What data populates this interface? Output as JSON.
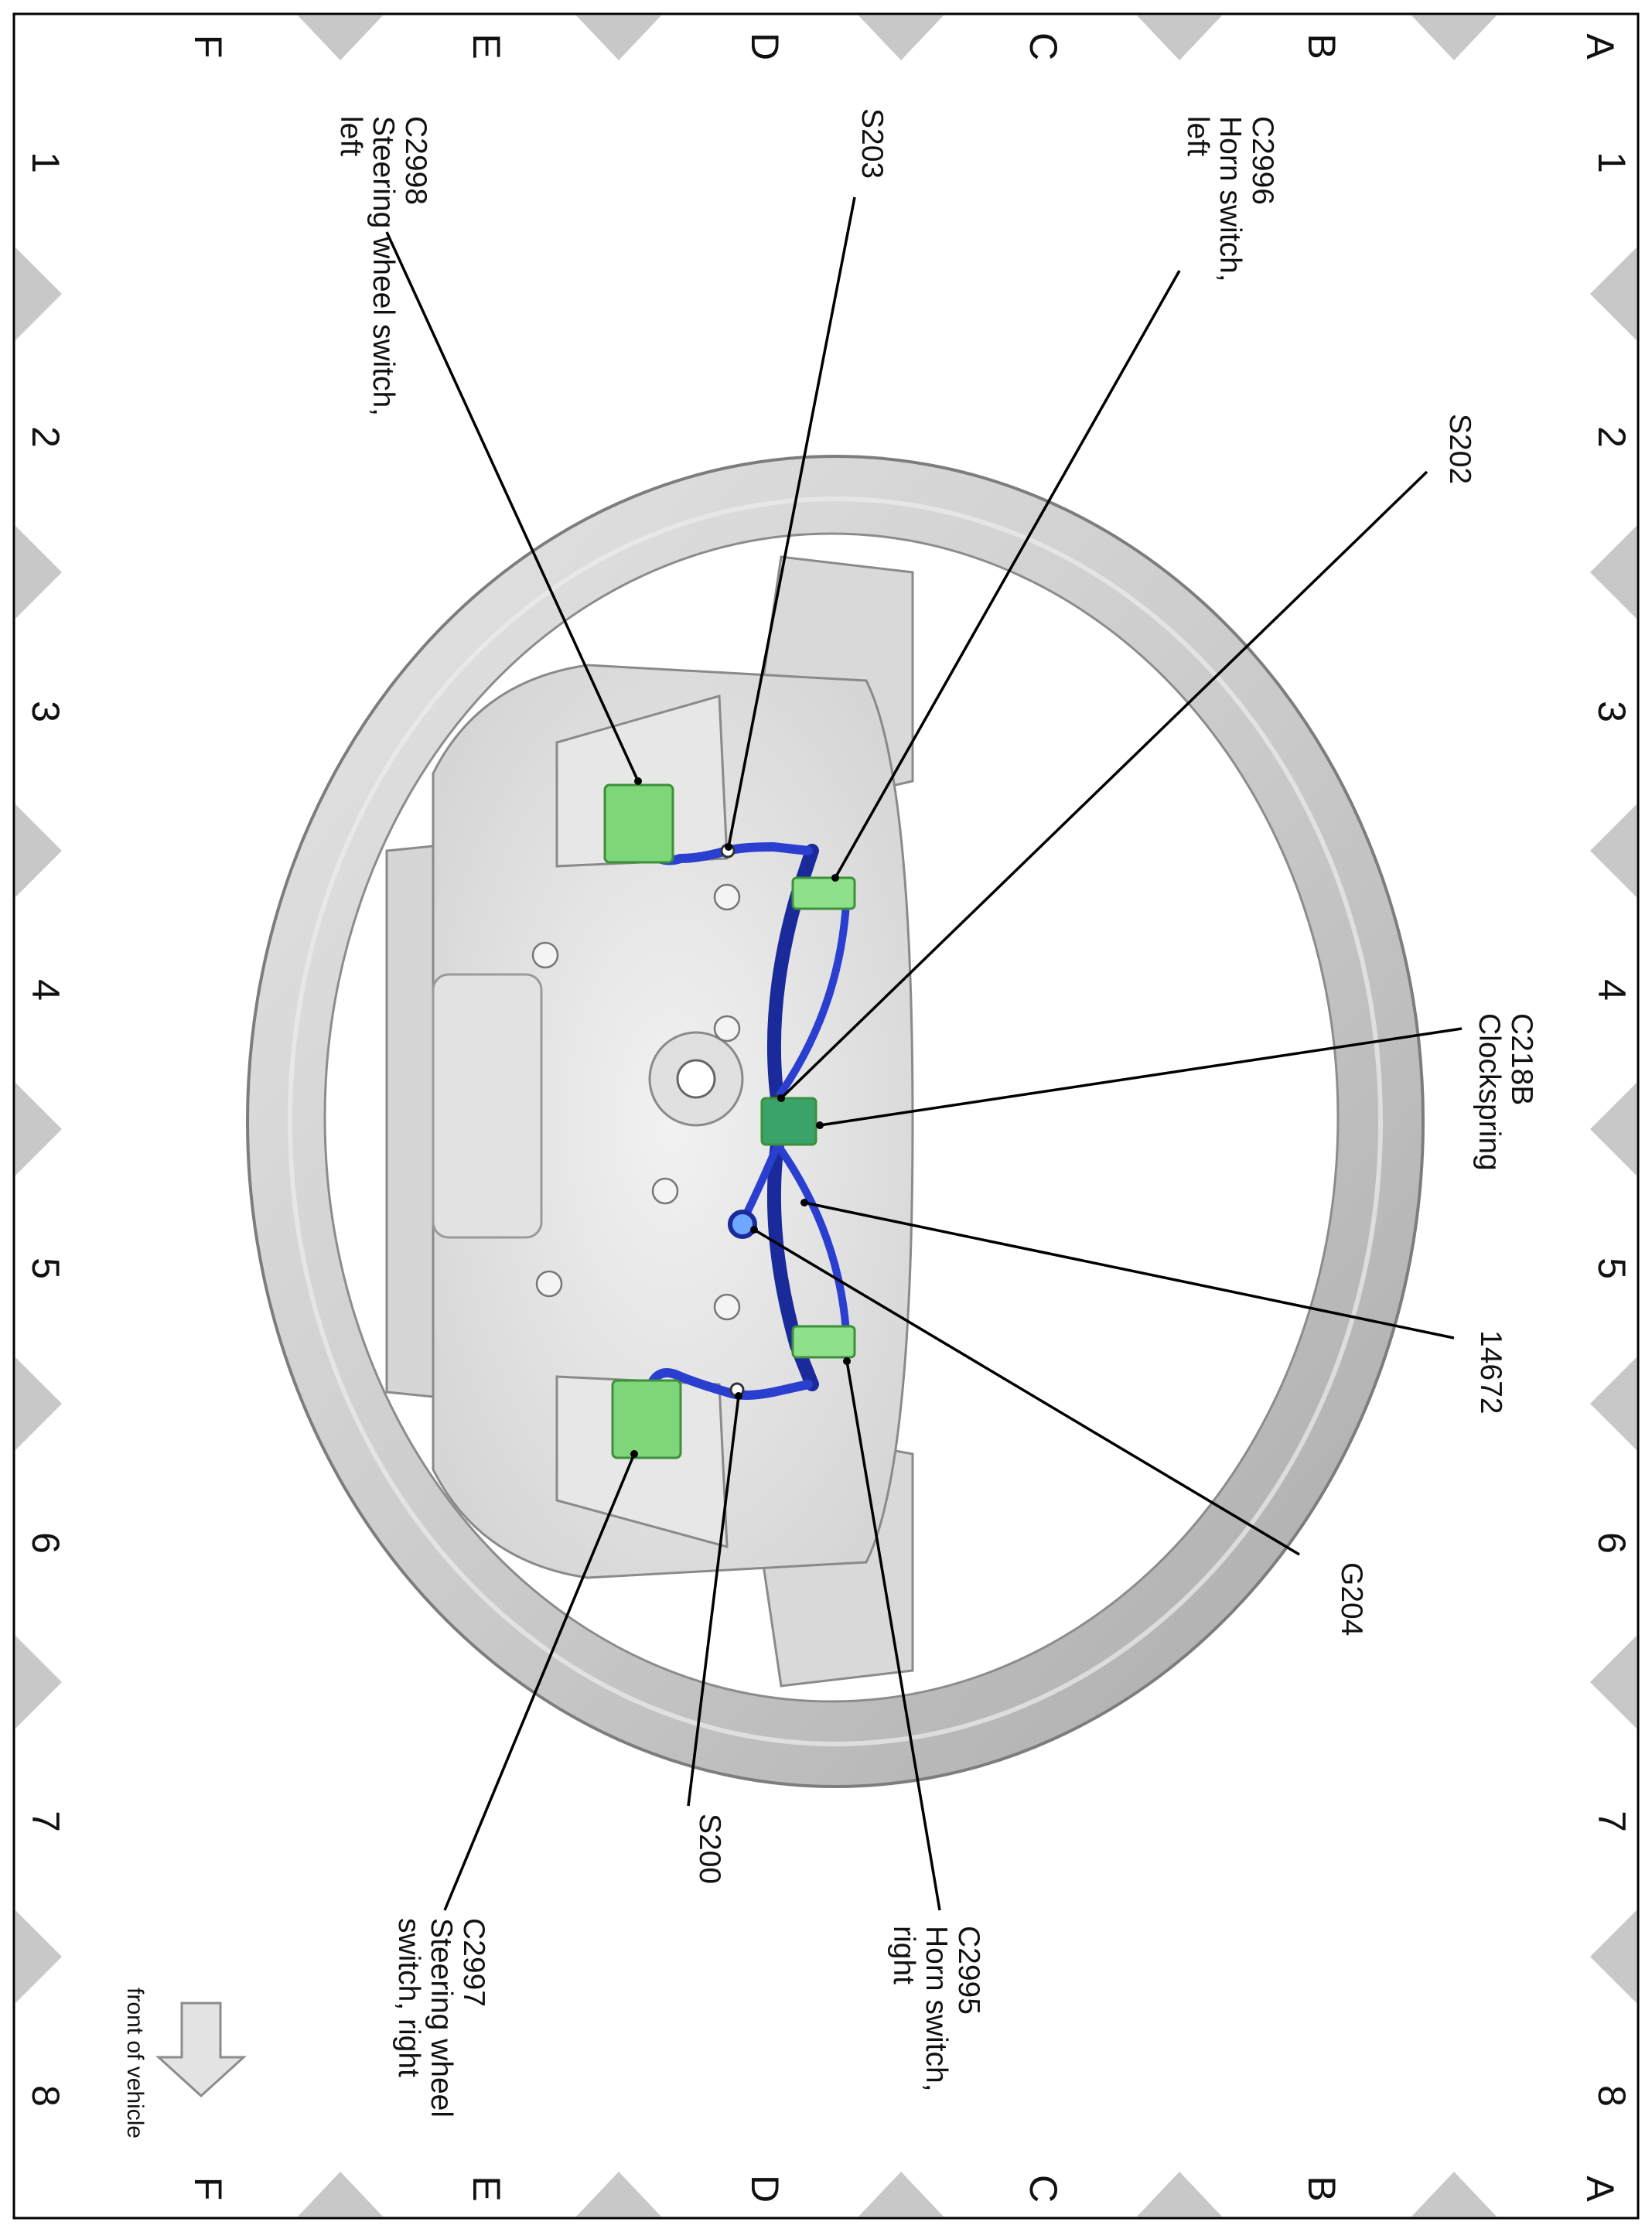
{
  "grid": {
    "rows": [
      "A",
      "B",
      "C",
      "D",
      "E",
      "F"
    ],
    "columns": [
      "1",
      "2",
      "3",
      "4",
      "5",
      "6",
      "7",
      "8"
    ]
  },
  "callouts": [
    {
      "id": "c2998",
      "lines": [
        "C2998",
        "Steering wheel switch,",
        "left"
      ]
    },
    {
      "id": "s203",
      "lines": [
        "S203"
      ]
    },
    {
      "id": "c2996",
      "lines": [
        "C2996",
        "Horn switch,",
        "left"
      ]
    },
    {
      "id": "s202",
      "lines": [
        "S202"
      ]
    },
    {
      "id": "c218b",
      "lines": [
        "C218B",
        "Clockspring"
      ]
    },
    {
      "id": "n14672",
      "lines": [
        "14672"
      ]
    },
    {
      "id": "g204",
      "lines": [
        "G204"
      ]
    },
    {
      "id": "s200",
      "lines": [
        "S200"
      ]
    },
    {
      "id": "c2995",
      "lines": [
        "C2995",
        "Horn switch,",
        "right"
      ]
    },
    {
      "id": "c2997",
      "lines": [
        "C2997",
        "Steering wheel",
        "switch, right"
      ]
    }
  ],
  "direction_arrow": {
    "label": "front of vehicle"
  },
  "colors": {
    "wire": "#2a3fd0",
    "wire_dark": "#1b2a9a",
    "connector": "#7fd67a",
    "wheel": "#cfcfcf",
    "wheel_edge": "#8c8c8c",
    "marker": "#c8c8c8"
  }
}
